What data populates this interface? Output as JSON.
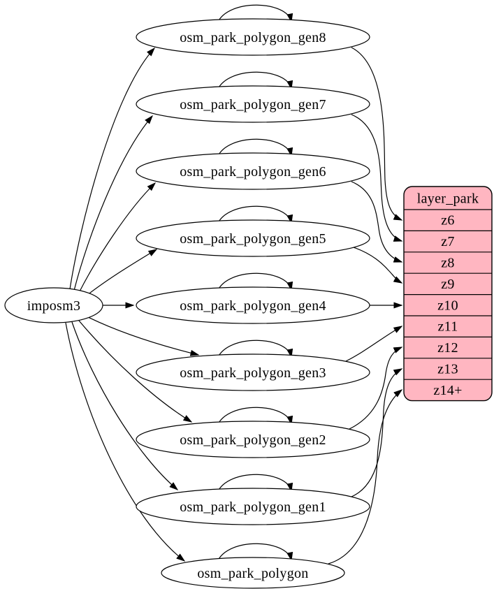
{
  "diagram": {
    "type": "etl-graph",
    "importer_label": "imposm3",
    "layer": {
      "title": "layer_park",
      "zoom_rows": [
        "z6",
        "z7",
        "z8",
        "z9",
        "z10",
        "z11",
        "z12",
        "z13",
        "z14+"
      ]
    },
    "tables": [
      {
        "label": "osm_park_polygon_gen8",
        "self_loop": true,
        "zoom": "z6"
      },
      {
        "label": "osm_park_polygon_gen7",
        "self_loop": true,
        "zoom": "z7"
      },
      {
        "label": "osm_park_polygon_gen6",
        "self_loop": true,
        "zoom": "z8"
      },
      {
        "label": "osm_park_polygon_gen5",
        "self_loop": true,
        "zoom": "z9"
      },
      {
        "label": "osm_park_polygon_gen4",
        "self_loop": true,
        "zoom": "z10"
      },
      {
        "label": "osm_park_polygon_gen3",
        "self_loop": true,
        "zoom": "z11"
      },
      {
        "label": "osm_park_polygon_gen2",
        "self_loop": true,
        "zoom": "z12"
      },
      {
        "label": "osm_park_polygon_gen1",
        "self_loop": true,
        "zoom": "z13"
      },
      {
        "label": "osm_park_polygon",
        "self_loop": true,
        "zoom": "z14+"
      }
    ],
    "colors": {
      "layer_fill": "#FFB6C1",
      "node_fill": "#FFFFFF",
      "stroke": "#000000",
      "text": "#000000",
      "background": "#FFFFFF"
    }
  }
}
